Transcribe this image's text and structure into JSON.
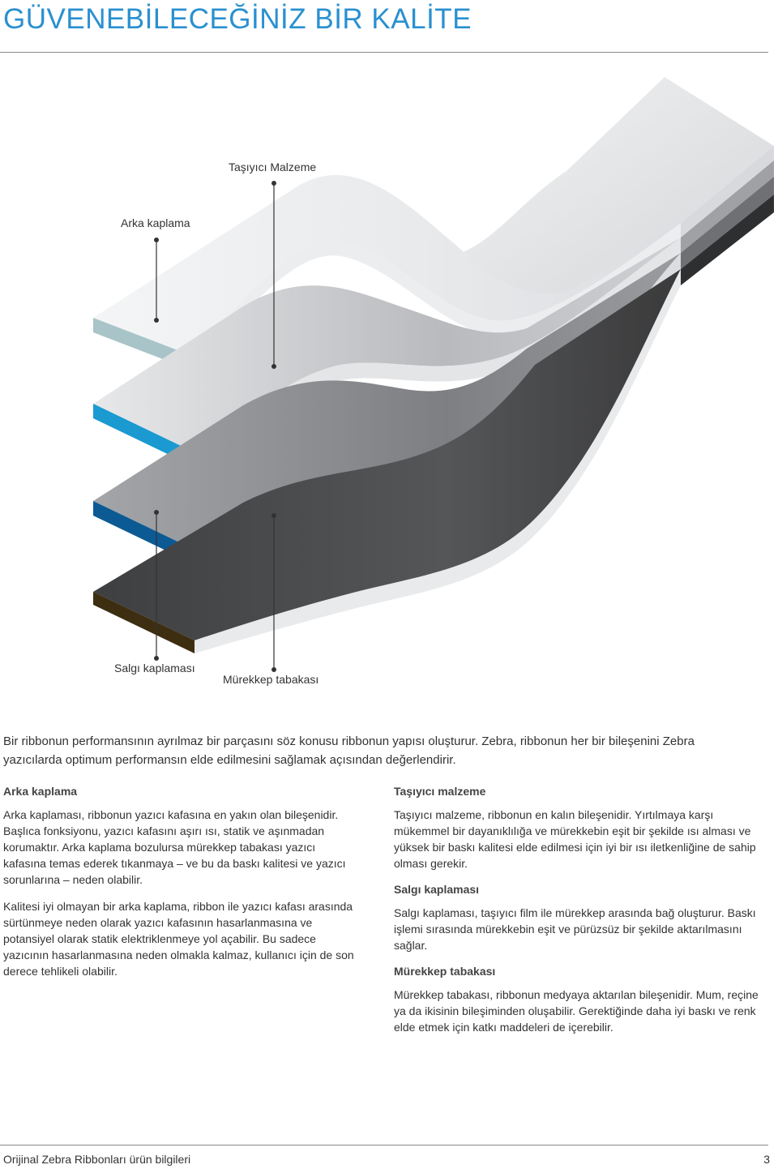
{
  "header": {
    "title": "GÜVENEBİLECEĞİNİZ BİR KALİTE"
  },
  "figure": {
    "labels": {
      "carrier": "Taşıyıcı Malzeme",
      "back_coat": "Arka kaplama",
      "release_coat": "Salgı kaplaması",
      "ink_layer": "Mürekkep tabakası"
    }
  },
  "intro": "Bir ribbonun performansının ayrılmaz bir parçasını söz konusu ribbonun yapısı oluşturur. Zebra, ribbonun her bir bileşenini Zebra yazıcılarda optimum performansın elde edilmesini sağlamak açısından değerlendirir.",
  "left_column": {
    "heading": "Arka kaplama",
    "p1": "Arka kaplaması, ribbonun yazıcı kafasına en yakın olan bileşenidir. Başlıca fonksiyonu, yazıcı kafasını aşırı ısı, statik ve aşınmadan korumaktır. Arka kaplama bozulursa mürekkep tabakası yazıcı kafasına temas ederek tıkanmaya – ve bu da baskı kalitesi ve yazıcı sorunlarına – neden olabilir.",
    "p2": "Kalitesi iyi olmayan bir arka kaplama, ribbon ile yazıcı kafası arasında sürtünmeye neden olarak yazıcı kafasının hasarlanmasına ve potansiyel olarak statik elektriklenmeye yol açabilir. Bu sadece yazıcının hasarlanmasına neden olmakla kalmaz, kullanıcı için de son derece tehlikeli olabilir."
  },
  "right_column": {
    "sections": [
      {
        "heading": "Taşıyıcı malzeme",
        "text": "Taşıyıcı malzeme, ribbonun en kalın bileşenidir. Yırtılmaya karşı mükemmel bir dayanıklılığa ve mürekkebin eşit bir şekilde ısı alması ve yüksek bir baskı kalitesi elde edilmesi için iyi bir ısı iletkenliğine de sahip olması gerekir."
      },
      {
        "heading": "Salgı kaplaması",
        "text": "Salgı kaplaması, taşıyıcı film ile mürekkep arasında bağ oluşturur. Baskı işlemi sırasında mürekkebin eşit ve pürüzsüz bir şekilde aktarılmasını sağlar."
      },
      {
        "heading": "Mürekkep tabakası",
        "text": "Mürekkep tabakası, ribbonun medyaya aktarılan bileşenidir. Mum, reçine ya da ikisinin bileşiminden oluşabilir. Gerektiğinde daha iyi baskı ve renk elde etmek için katkı maddeleri de içerebilir."
      }
    ]
  },
  "footer": {
    "left": "Orijinal Zebra Ribbonları ürün bilgileri",
    "page": "3"
  },
  "colors": {
    "accent": "#2a90d0",
    "layer_blue": "#1a9ad0",
    "layer_dark_blue": "#0c5a94",
    "layer_black": "#3a3a3a"
  }
}
